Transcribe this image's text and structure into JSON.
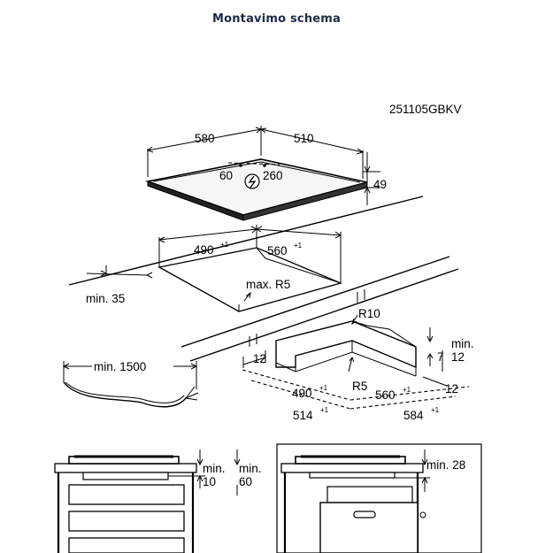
{
  "title": "Montavimo schema",
  "model_code": "251105GBKV",
  "hob": {
    "width": "580",
    "depth": "510",
    "height": "49",
    "cable_left": "60",
    "cable_right": "260"
  },
  "cutout": {
    "width": "490",
    "width_tol": "+1",
    "depth": "560",
    "depth_tol": "+1",
    "edge_distance": "min. 35",
    "radius": "max. R5"
  },
  "cable": {
    "length": "min. 1500"
  },
  "frame": {
    "radius_outer": "R10",
    "radius_inner": "R5",
    "inner_width": "490",
    "inner_width_tol": "+1",
    "inner_depth": "560",
    "inner_depth_tol": "+1",
    "outer_width": "514",
    "outer_width_tol": "+1",
    "outer_depth": "584",
    "outer_depth_tol": "+1",
    "offset_left": "12",
    "offset_height": "7",
    "offset_right": "12",
    "offset_front": "12",
    "min_label": "min."
  },
  "drawer_install": {
    "clearance_a_label": "min.",
    "clearance_a_value": "10",
    "clearance_b_label": "min.",
    "clearance_b_value": "60"
  },
  "oven_install": {
    "clearance": "min. 28"
  }
}
